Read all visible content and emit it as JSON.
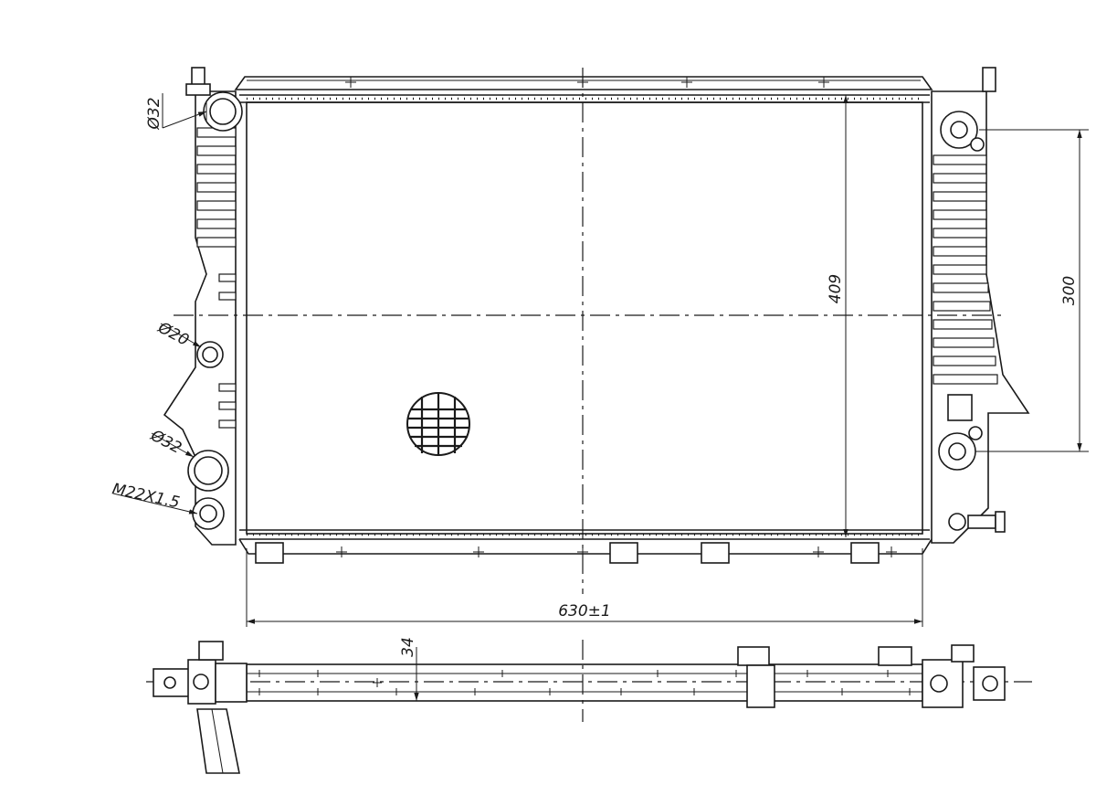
{
  "dimensions": {
    "width": "630±1",
    "height": "409",
    "mount_spacing": "300",
    "depth": "34"
  },
  "callouts": {
    "inlet_top": "Ø32",
    "sensor_port": "Ø20",
    "outlet_bottom": "Ø32",
    "drain_thread": "M22X1.5"
  }
}
